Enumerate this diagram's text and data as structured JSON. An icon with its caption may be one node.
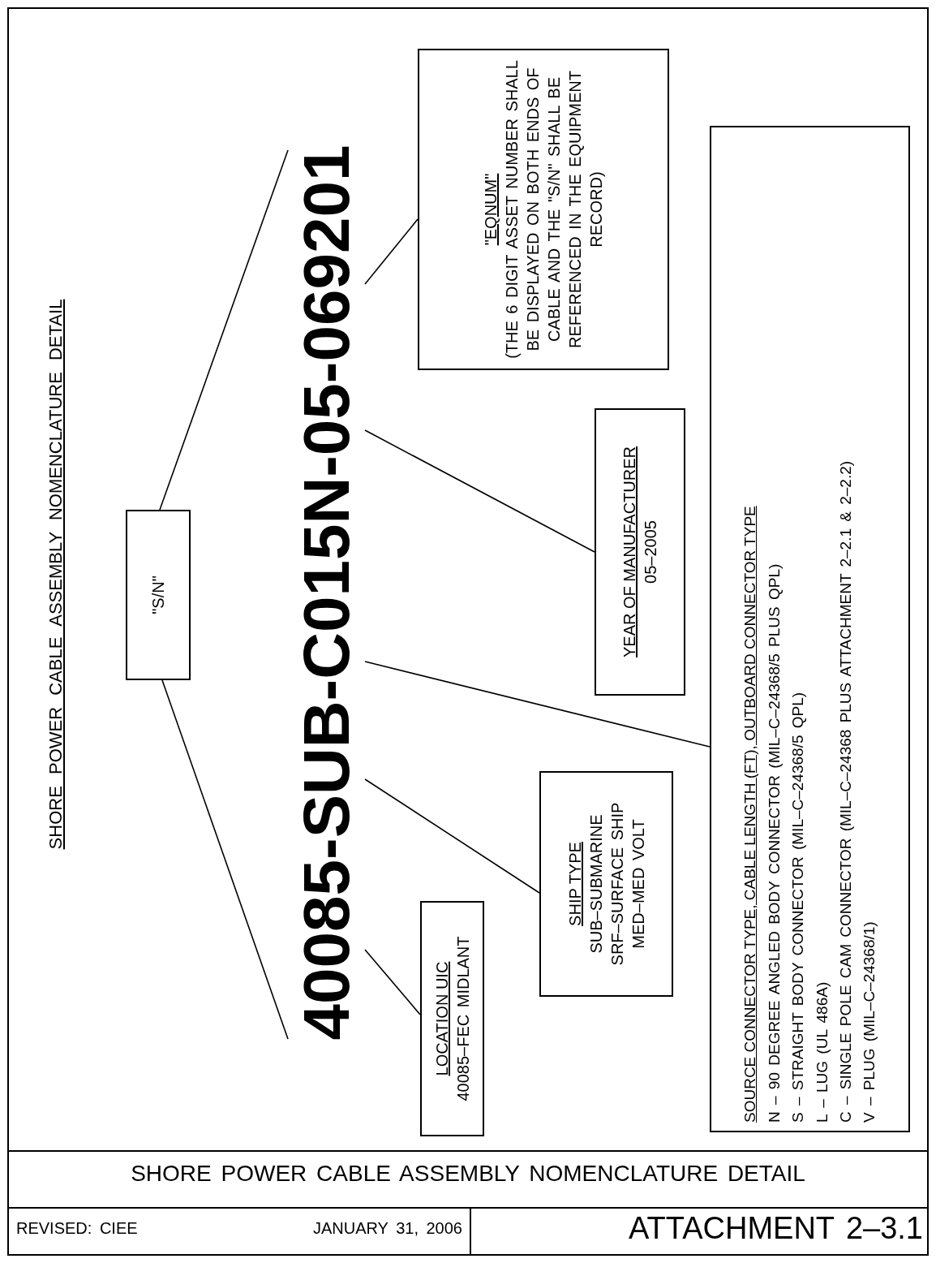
{
  "diagram": {
    "title": "SHORE POWER CABLE ASSEMBLY NOMENCLATURE DETAIL",
    "nodes": [
      {
        "text": [
          "\"S/N\""
        ]
      },
      {
        "text": [
          "40085-SUB-C015N-05-069201"
        ]
      },
      {
        "text": [
          "\"EQNUM\"",
          "(THE 6 DIGIT ASSET NUMBER SHALL BE DISPLAYED ON BOTH ENDS OF CABLE AND THE \"S/N\" SHALL BE REFERENCED IN THE EQUIPMENT RECORD)"
        ]
      },
      {
        "text": [
          "YEAR OF MANUFACTURER",
          "05–2005"
        ]
      },
      {
        "text": [
          "SOURCE CONNECTOR TYPE, CABLE LENGTH (FT), OUTBOARD CONNECTOR TYPE",
          "N – 90 DEGREE ANGLED BODY CONNECTOR (MIL–C–24368/5 PLUS QPL)",
          "S – STRAIGHT BODY CONNECTOR (MIL–C–24368/5 QPL)",
          "L – LUG (UL 486A)",
          "C – SINGLE POLE CAM CONNECTOR (MIL–C–24368 PLUS ATTACHMENT 2–2.1 & 2–2.2)",
          "V – PLUG (MIL–C–24368/1)"
        ]
      },
      {
        "text": [
          "SHIP TYPE",
          "SUB–SUBMARINE",
          "SRF–SURFACE SHIP",
          "MED–MED VOLT"
        ]
      },
      {
        "text": [
          "LOCATION UIC",
          "40085–FEC MIDLANT"
        ]
      }
    ],
    "edges": [
      {
        "from": 0,
        "to": 1,
        "arrow": "none"
      },
      {
        "from": 0,
        "to": 1,
        "arrow": "none"
      },
      {
        "from": 2,
        "to": 1,
        "arrow": "none"
      },
      {
        "from": 3,
        "to": 1,
        "arrow": "none"
      },
      {
        "from": 4,
        "to": 1,
        "arrow": "none"
      },
      {
        "from": 5,
        "to": 1,
        "arrow": "none"
      },
      {
        "from": 6,
        "to": 1,
        "arrow": "none"
      }
    ],
    "labels": [
      "SHORE POWER CABLE ASSEMBLY NOMENCLATURE DETAIL",
      "REVISED: CIEE",
      "JANUARY 31, 2006",
      "ATTACHMENT 2–3.1"
    ]
  }
}
